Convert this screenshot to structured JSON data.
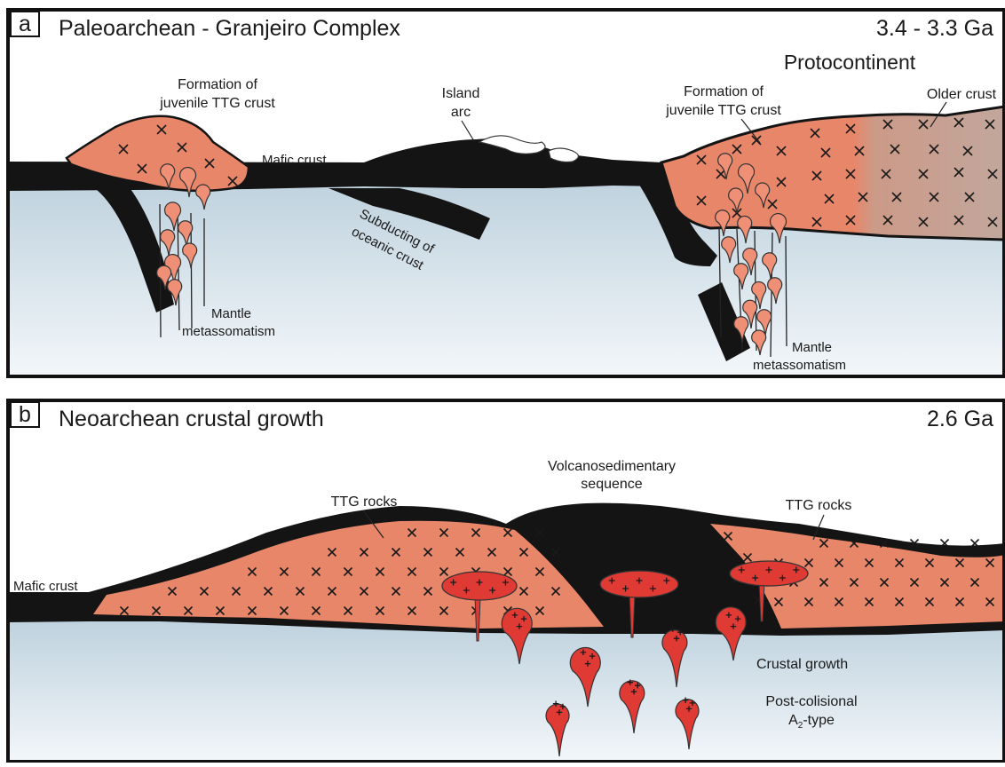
{
  "panels": [
    {
      "letter": "a",
      "title": "Paleoarchean - Granjeiro Complex",
      "age": "3.4 - 3.3 Ga",
      "labels": {
        "protocontinent": "Protocontinent",
        "ttg_left_1": "Formation of",
        "ttg_left_2": "juvenile TTG crust",
        "mafic_crust": "Mafic crust",
        "island_arc_1": "Island",
        "island_arc_2": "arc",
        "ttg_right_1": "Formation of",
        "ttg_right_2": "juvenile TTG crust",
        "older_crust": "Older crust",
        "subducting_1": "Subducting of",
        "subducting_2": "oceanic crust",
        "mantle_left_1": "Mantle",
        "mantle_left_2": "metassomatism",
        "mantle_right_1": "Mantle",
        "mantle_right_2": "metassomatism"
      }
    },
    {
      "letter": "b",
      "title": "Neoarchean crustal growth",
      "age": "2.6 Ga",
      "labels": {
        "volcano_1": "Volcanosedimentary",
        "volcano_2": "sequence",
        "ttg_left": "TTG rocks",
        "ttg_right": "TTG rocks",
        "mafic_crust": "Mafic crust",
        "crustal_growth": "Crustal growth",
        "post_colisional": "Post-colisional",
        "a2_type_letter": "A",
        "a2_type_sub": "2",
        "a2_type_suffix": "-type"
      }
    }
  ],
  "colors": {
    "ttg": "#e8866a",
    "older_crust": "#c6a699",
    "mafic": "#141414",
    "granite": "#e03a35",
    "drop": "#ef8f75",
    "mantle_top": "#bfd2de",
    "mantle_bottom": "#f3f7fa",
    "frame": "#111111"
  }
}
